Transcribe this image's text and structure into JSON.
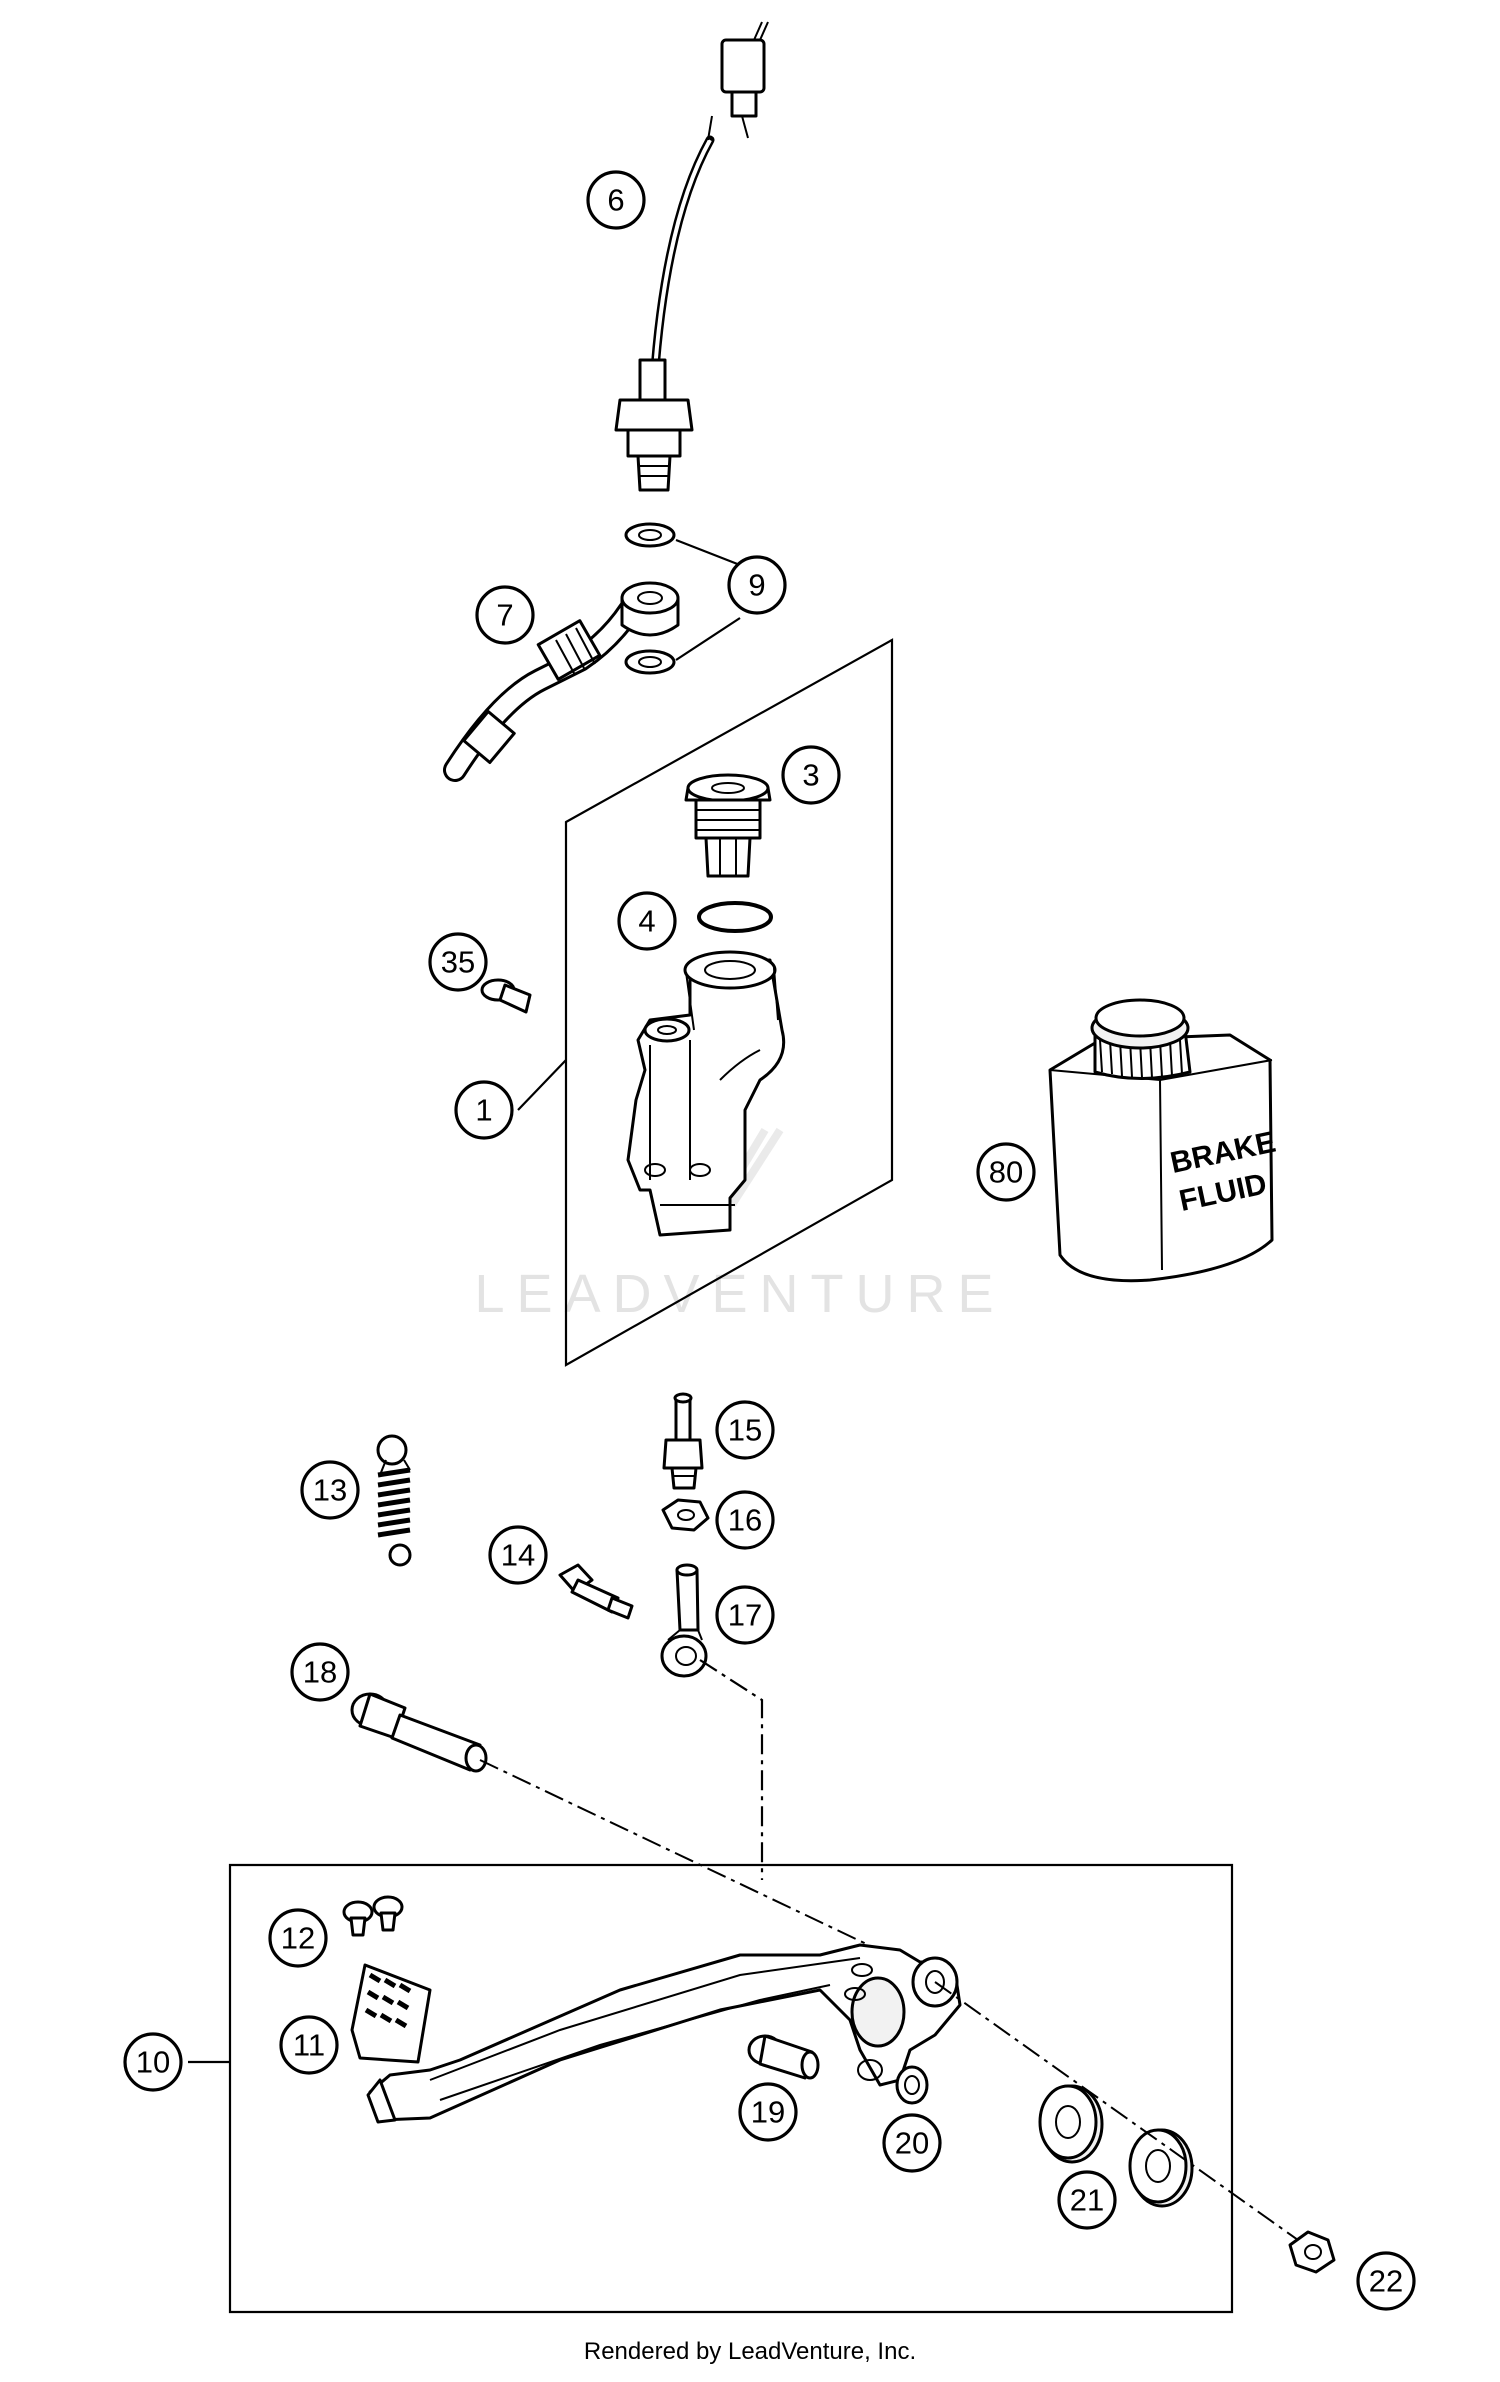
{
  "watermark": "LEADVENTURE",
  "footer": "Rendered by LeadVenture, Inc.",
  "container_label": [
    "BRAKE",
    "FLUID"
  ],
  "callouts": [
    {
      "id": "p6",
      "label": "6"
    },
    {
      "id": "p9",
      "label": "9"
    },
    {
      "id": "p7",
      "label": "7"
    },
    {
      "id": "p3",
      "label": "3"
    },
    {
      "id": "p4",
      "label": "4"
    },
    {
      "id": "p35",
      "label": "35"
    },
    {
      "id": "p1",
      "label": "1"
    },
    {
      "id": "p80",
      "label": "80"
    },
    {
      "id": "p15",
      "label": "15"
    },
    {
      "id": "p13",
      "label": "13"
    },
    {
      "id": "p16",
      "label": "16"
    },
    {
      "id": "p14",
      "label": "14"
    },
    {
      "id": "p17",
      "label": "17"
    },
    {
      "id": "p18",
      "label": "18"
    },
    {
      "id": "p12",
      "label": "12"
    },
    {
      "id": "p11",
      "label": "11"
    },
    {
      "id": "p10",
      "label": "10"
    },
    {
      "id": "p19",
      "label": "19"
    },
    {
      "id": "p20",
      "label": "20"
    },
    {
      "id": "p21",
      "label": "21"
    },
    {
      "id": "p22",
      "label": "22"
    }
  ]
}
